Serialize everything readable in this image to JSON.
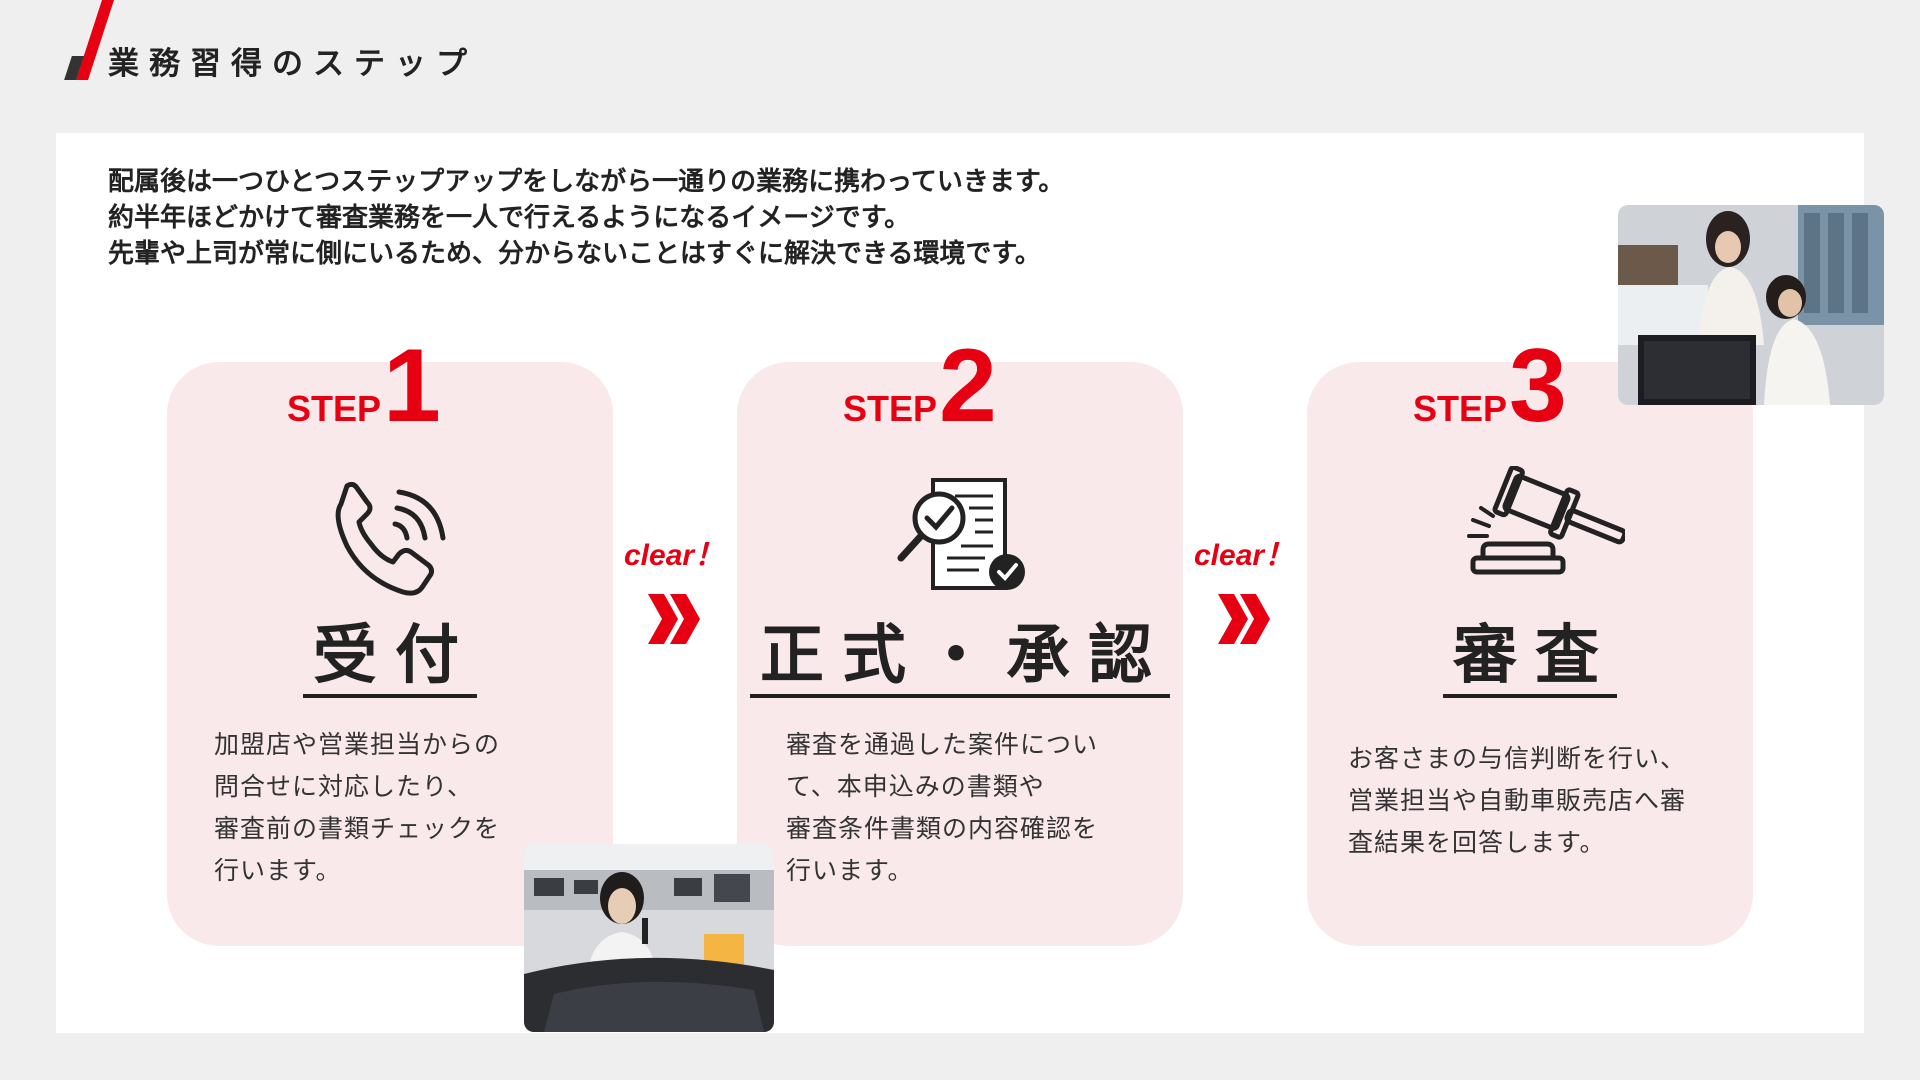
{
  "header": {
    "title": "業務習得のステップ"
  },
  "intro": {
    "lines": [
      "配属後は一つひとつステップアップをしながら一通りの業務に携わっていきます。",
      "約半年ほどかけて審査業務を一人で行えるようになるイメージです。",
      "先輩や上司が常に側にいるため、分からないことはすぐに解決できる環境です。"
    ]
  },
  "steps": [
    {
      "step_word": "STEP",
      "step_num": "1",
      "icon": "phone-icon",
      "title": "受付",
      "desc": [
        "加盟店や営業担当からの",
        "問合せに対応したり、",
        "審査前の書類チェックを",
        "行います。"
      ]
    },
    {
      "step_word": "STEP",
      "step_num": "2",
      "icon": "document-check-icon",
      "title": "正式・承認",
      "desc": [
        "審査を通過した案件につい",
        "て、本申込みの書類や",
        "審査条件書類の内容確認を",
        "行います。"
      ]
    },
    {
      "step_word": "STEP",
      "step_num": "3",
      "icon": "gavel-icon",
      "title": "審査",
      "desc": [
        "お客さまの与信判断を行い、",
        "営業担当や自動車販売店へ審",
        "査結果を回答します。"
      ]
    }
  ],
  "transitions": [
    {
      "label": "clear！"
    },
    {
      "label": "clear！"
    }
  ],
  "colors": {
    "accent": "#e60012",
    "card_bg": "#fae9ea",
    "page_bg": "#efefef",
    "panel_bg": "#ffffff"
  }
}
